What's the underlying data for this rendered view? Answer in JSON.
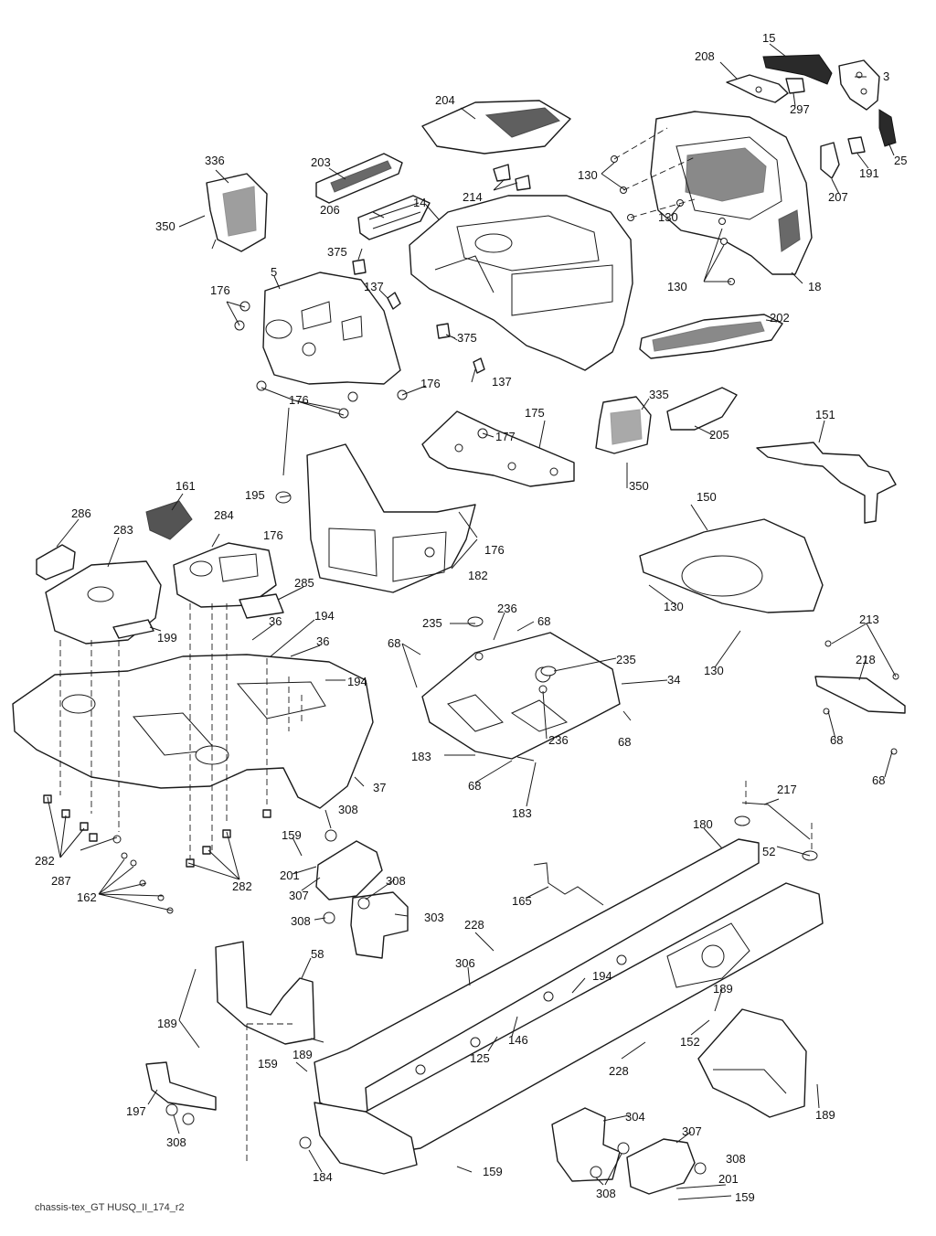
{
  "diagram": {
    "caption": "chassis-tex_GT HUSQ_II_174_r2",
    "labels": [
      "15",
      "208",
      "3",
      "297",
      "25",
      "191",
      "207",
      "204",
      "130",
      "18",
      "203",
      "214",
      "14",
      "336",
      "206",
      "350",
      "375",
      "5",
      "137",
      "176",
      "202",
      "335",
      "205",
      "175",
      "177",
      "151",
      "161",
      "195",
      "286",
      "283",
      "284",
      "182",
      "150",
      "285",
      "199",
      "36",
      "194",
      "235",
      "236",
      "68",
      "34",
      "213",
      "218",
      "37",
      "183",
      "282",
      "308",
      "159",
      "201",
      "307",
      "303",
      "287",
      "162",
      "217",
      "180",
      "52",
      "165",
      "228",
      "306",
      "58",
      "189",
      "146",
      "125",
      "152",
      "197",
      "304",
      "184"
    ]
  }
}
